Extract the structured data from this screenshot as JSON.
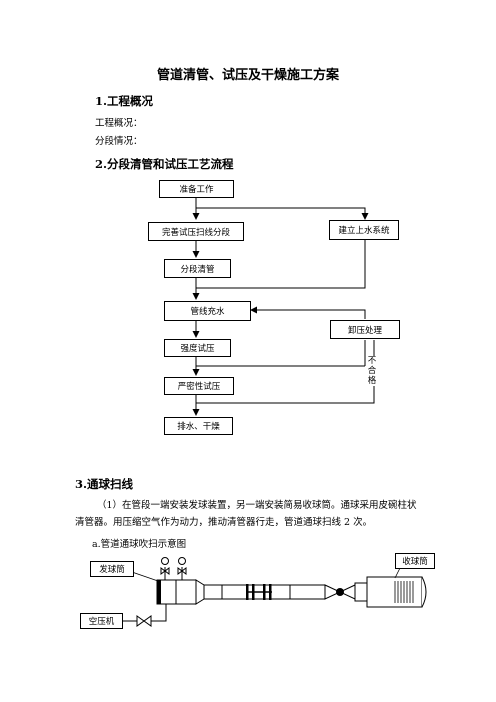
{
  "doc": {
    "title": "管道清管、试压及干燥施工方案",
    "section1": {
      "heading": "1.工程概况",
      "line1": "工程概况：",
      "line2": "分段情况："
    },
    "section2": {
      "heading": "2.分段清管和试压工艺流程"
    },
    "flow": {
      "prepare": "准备工作",
      "perfect_segment": "完善试压扫线分段",
      "water_system": "建立上水系统",
      "segment_pigging": "分段清管",
      "fill_water": "管线充水",
      "pressure_relief": "卸压处理",
      "strength_test": "强度试压",
      "unqualified": "不合格",
      "tightness_test": "严密性试压",
      "drain_dry": "排水、干燥"
    },
    "section3": {
      "heading": "3.通球扫线",
      "paragraph": "（1）在管段一端安装发球装置，另一端安装简易收球筒。通球采用皮碗柱状清管器。用压缩空气作为动力，推动清管器行走，管道通球扫线 2 次。",
      "diagram_caption": "a.管道通球吹扫示意图"
    },
    "diagram": {
      "launcher": "发球筒",
      "receiver": "收球筒",
      "compressor": "空压机"
    }
  }
}
